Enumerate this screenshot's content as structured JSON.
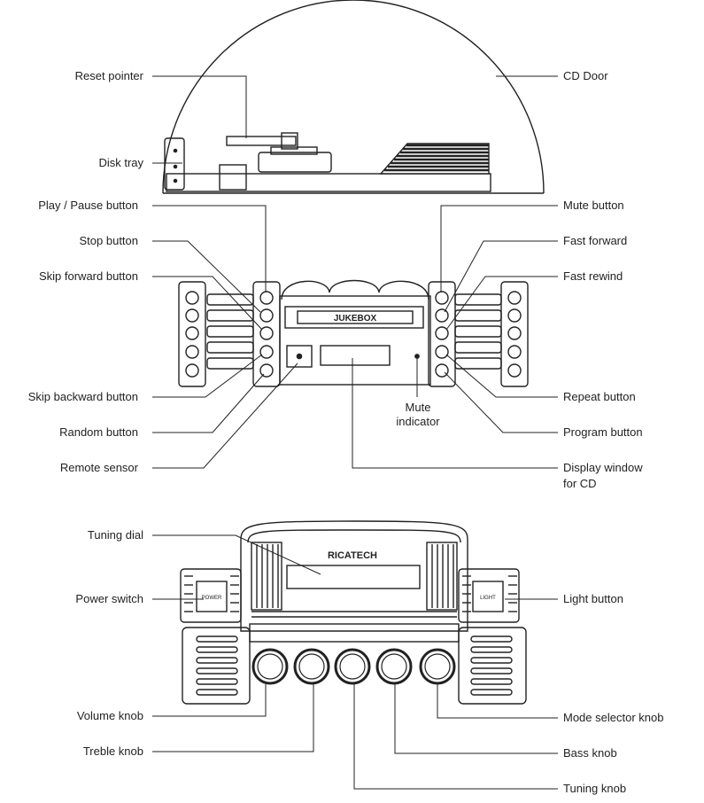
{
  "labels": {
    "reset_pointer": "Reset pointer",
    "disk_tray": "Disk tray",
    "cd_door": "CD Door",
    "play_pause": "Play / Pause button",
    "stop": "Stop button",
    "skip_forward": "Skip forward button",
    "skip_backward": "Skip backward button",
    "random": "Random button",
    "remote_sensor": "Remote sensor",
    "mute_button": "Mute button",
    "fast_forward": "Fast forward",
    "fast_rewind": "Fast rewind",
    "repeat": "Repeat button",
    "program": "Program button",
    "mute_indicator_1": "Mute",
    "mute_indicator_2": "indicator",
    "display_window_1": "Display window",
    "display_window_2": "for CD",
    "tuning_dial": "Tuning dial",
    "power_switch": "Power switch",
    "light_button": "Light button",
    "volume_knob": "Volume knob",
    "treble_knob": "Treble knob",
    "bass_knob": "Bass knob",
    "mode_selector": "Mode selector knob",
    "tuning_knob": "Tuning knob"
  },
  "device": {
    "jukebox_label": "JUKEBOX",
    "brand_label": "RICATECH",
    "power_label": "POWER",
    "light_label": "LIGHT"
  }
}
